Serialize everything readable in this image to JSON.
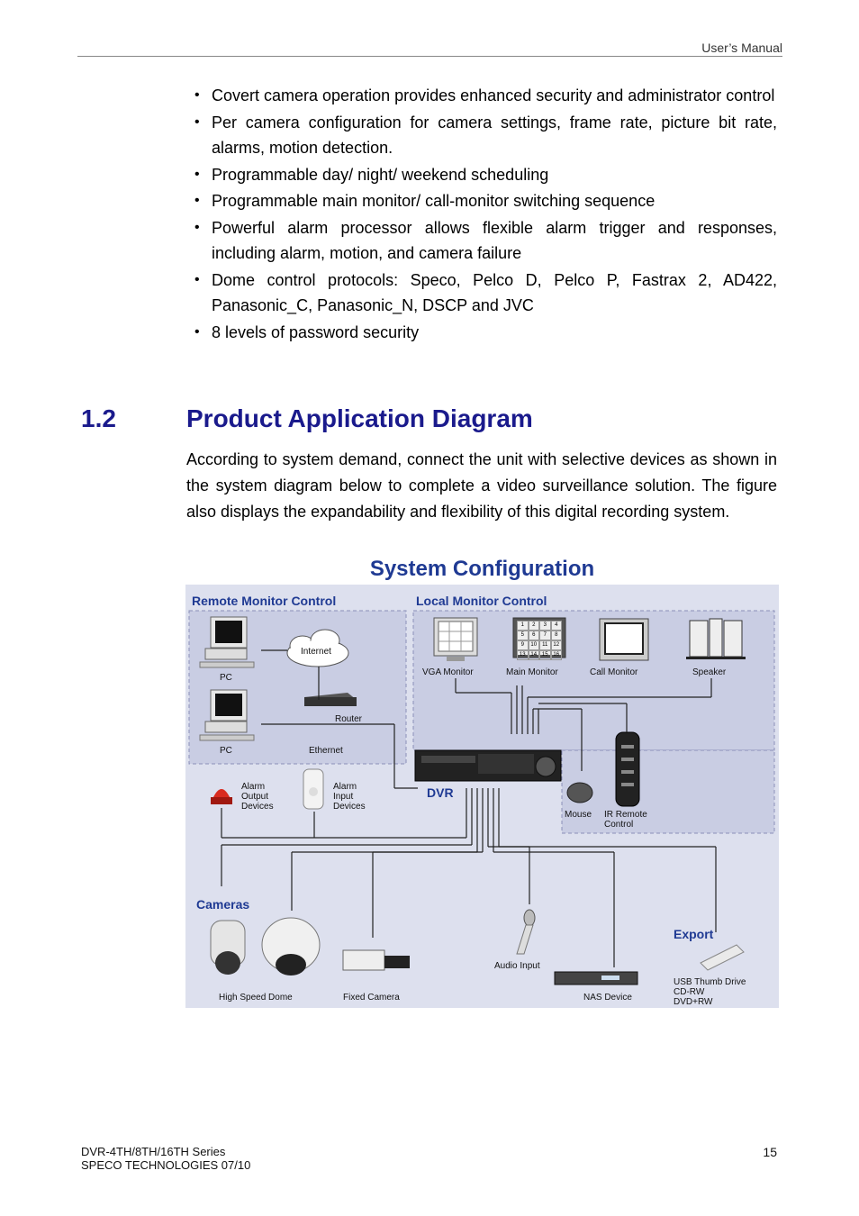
{
  "header": {
    "label": "User’s Manual"
  },
  "features": [
    "Covert camera operation provides enhanced security and administrator control",
    "Per camera configuration for camera settings, frame rate, picture bit rate, alarms, motion detection.",
    "Programmable day/ night/ weekend scheduling",
    "Programmable main monitor/ call-monitor switching sequence",
    "Powerful alarm processor allows flexible alarm trigger and responses, including alarm, motion, and camera failure",
    "Dome control protocols: Speco, Pelco D, Pelco P, Fastrax 2, AD422, Panasonic_C, Panasonic_N, DSCP and JVC",
    "8 levels of password security"
  ],
  "section": {
    "number": "1.2",
    "title": "Product Application Diagram",
    "intro": "According to system demand, connect the unit with selective devices as shown in the system diagram below to complete a video surveillance solution. The figure also displays the expandability and flexibility of this digital recording system."
  },
  "diagram": {
    "title": "System Configuration",
    "remote_heading": "Remote Monitor Control",
    "local_heading": "Local Monitor Control",
    "cameras_heading": "Cameras",
    "export_heading": "Export",
    "dvr_label": "DVR",
    "pc1": "PC",
    "pc2": "PC",
    "internet": "Internet",
    "router": "Router",
    "ethernet": "Ethernet",
    "vga_monitor": "VGA Monitor",
    "main_monitor": "Main Monitor",
    "call_monitor": "Call Monitor",
    "speaker": "Speaker",
    "alarm_output": [
      "Alarm",
      "Output",
      "Devices"
    ],
    "alarm_input": [
      "Alarm",
      "Input",
      "Devices"
    ],
    "mouse": "Mouse",
    "ir_remote": [
      "IR Remote",
      "Control"
    ],
    "high_speed_dome": "High Speed Dome",
    "fixed_camera": "Fixed Camera",
    "audio_input": "Audio Input",
    "nas_device": "NAS Device",
    "export_devices": [
      "USB Thumb Drive",
      "CD-RW",
      "DVD+RW"
    ],
    "keypad_numbers": [
      "1",
      "2",
      "3",
      "4",
      "5",
      "6",
      "7",
      "8",
      "9",
      "10",
      "11",
      "12",
      "13",
      "14",
      "15",
      "16"
    ]
  },
  "footer": {
    "line1": "DVR-4TH/8TH/16TH Series",
    "line2": "SPECO TECHNOLOGIES 07/10",
    "page": "15"
  }
}
